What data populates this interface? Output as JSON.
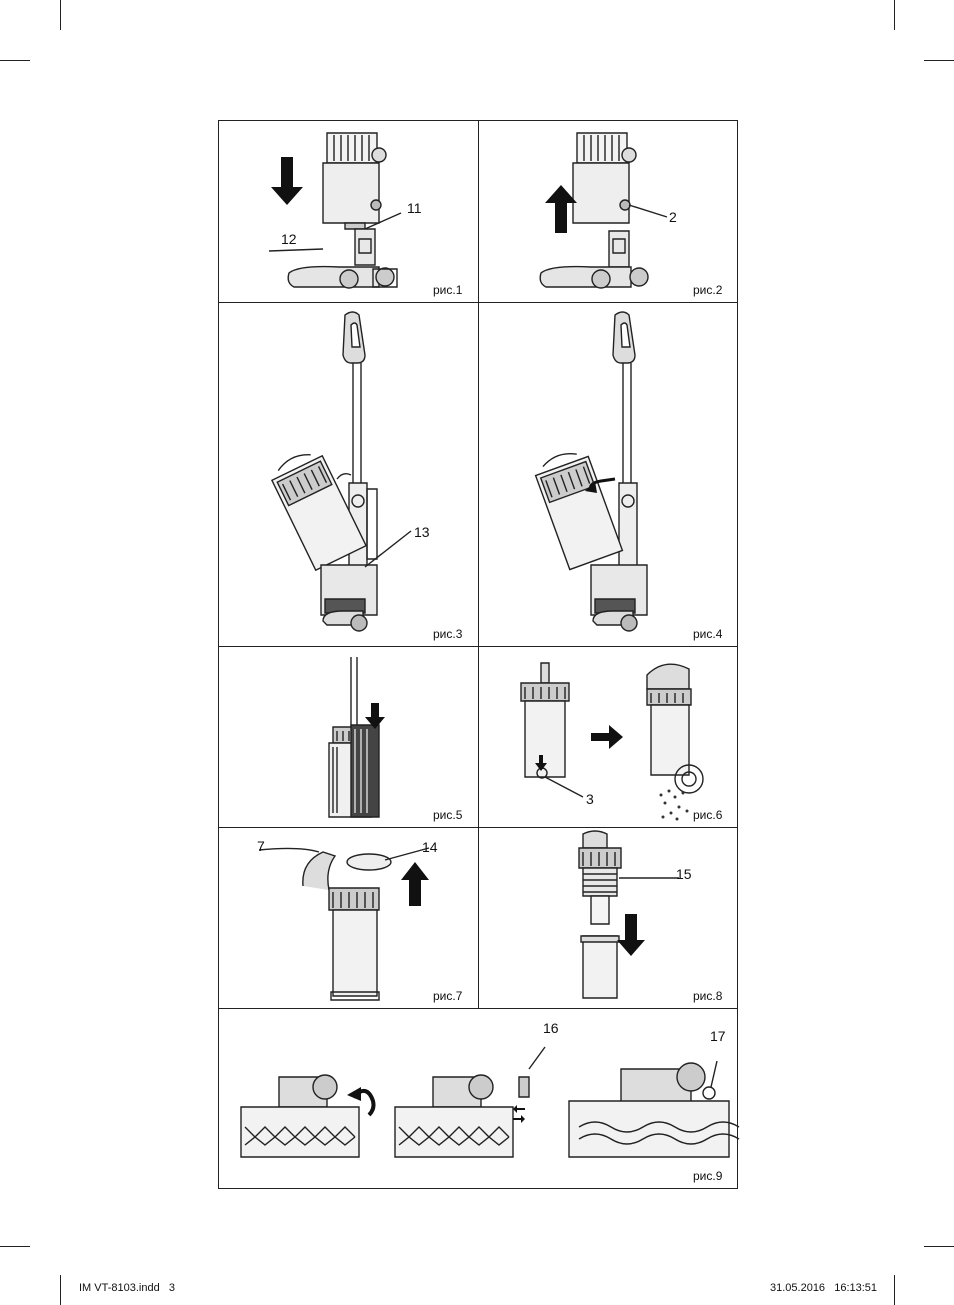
{
  "figures": [
    {
      "caption": "рис.1",
      "callouts": [
        "11",
        "12"
      ]
    },
    {
      "caption": "рис.2",
      "callouts": [
        "2"
      ]
    },
    {
      "caption": "рис.3",
      "callouts": [
        "13"
      ]
    },
    {
      "caption": "рис.4",
      "callouts": []
    },
    {
      "caption": "рис.5",
      "callouts": []
    },
    {
      "caption": "рис.6",
      "callouts": [
        "3"
      ]
    },
    {
      "caption": "рис.7",
      "callouts": [
        "7",
        "14"
      ]
    },
    {
      "caption": "рис.8",
      "callouts": [
        "15"
      ]
    },
    {
      "caption": "рис.9",
      "callouts": [
        "16",
        "17"
      ]
    }
  ],
  "footer": {
    "file": "IM VT-8103.indd   3",
    "timestamp": "31.05.2016   16:13:51"
  }
}
